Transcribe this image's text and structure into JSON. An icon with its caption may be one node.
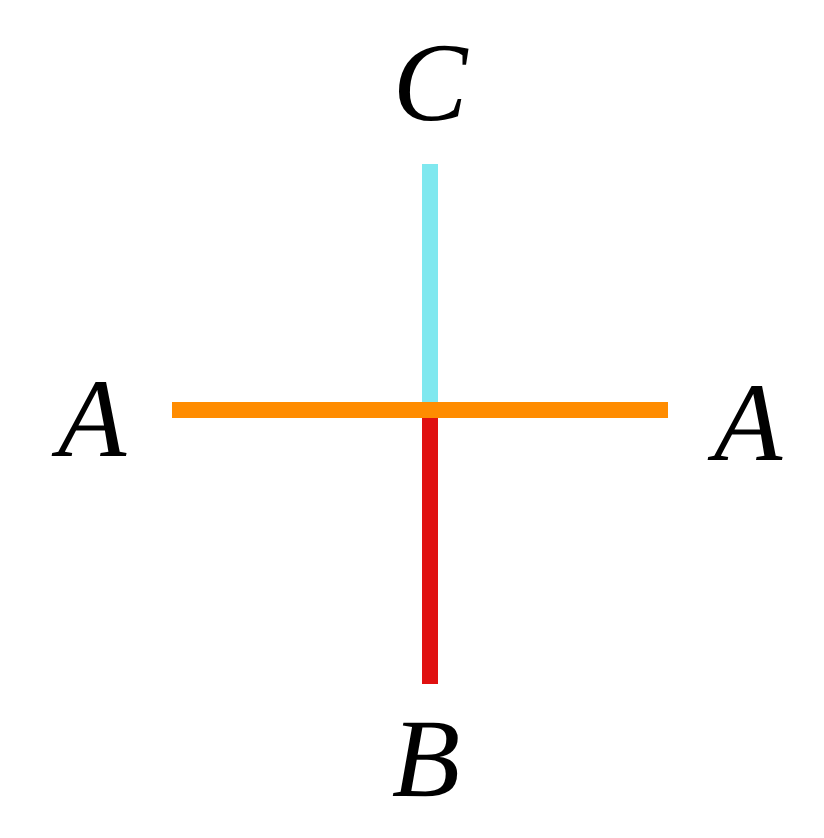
{
  "diagram": {
    "nodes": [
      {
        "text": [
          "C"
        ]
      },
      {
        "text": [
          "A"
        ]
      },
      {
        "text": [
          "A"
        ]
      },
      {
        "text": [
          "B"
        ]
      }
    ],
    "edges": [
      {
        "from": 1,
        "to": 2,
        "arrow": "none",
        "color": "#ff8c00"
      },
      {
        "from": 0,
        "to": null,
        "arrow": "none",
        "color": "#7fe8ef"
      },
      {
        "from": null,
        "to": 3,
        "arrow": "none",
        "color": "#e01010"
      }
    ]
  }
}
